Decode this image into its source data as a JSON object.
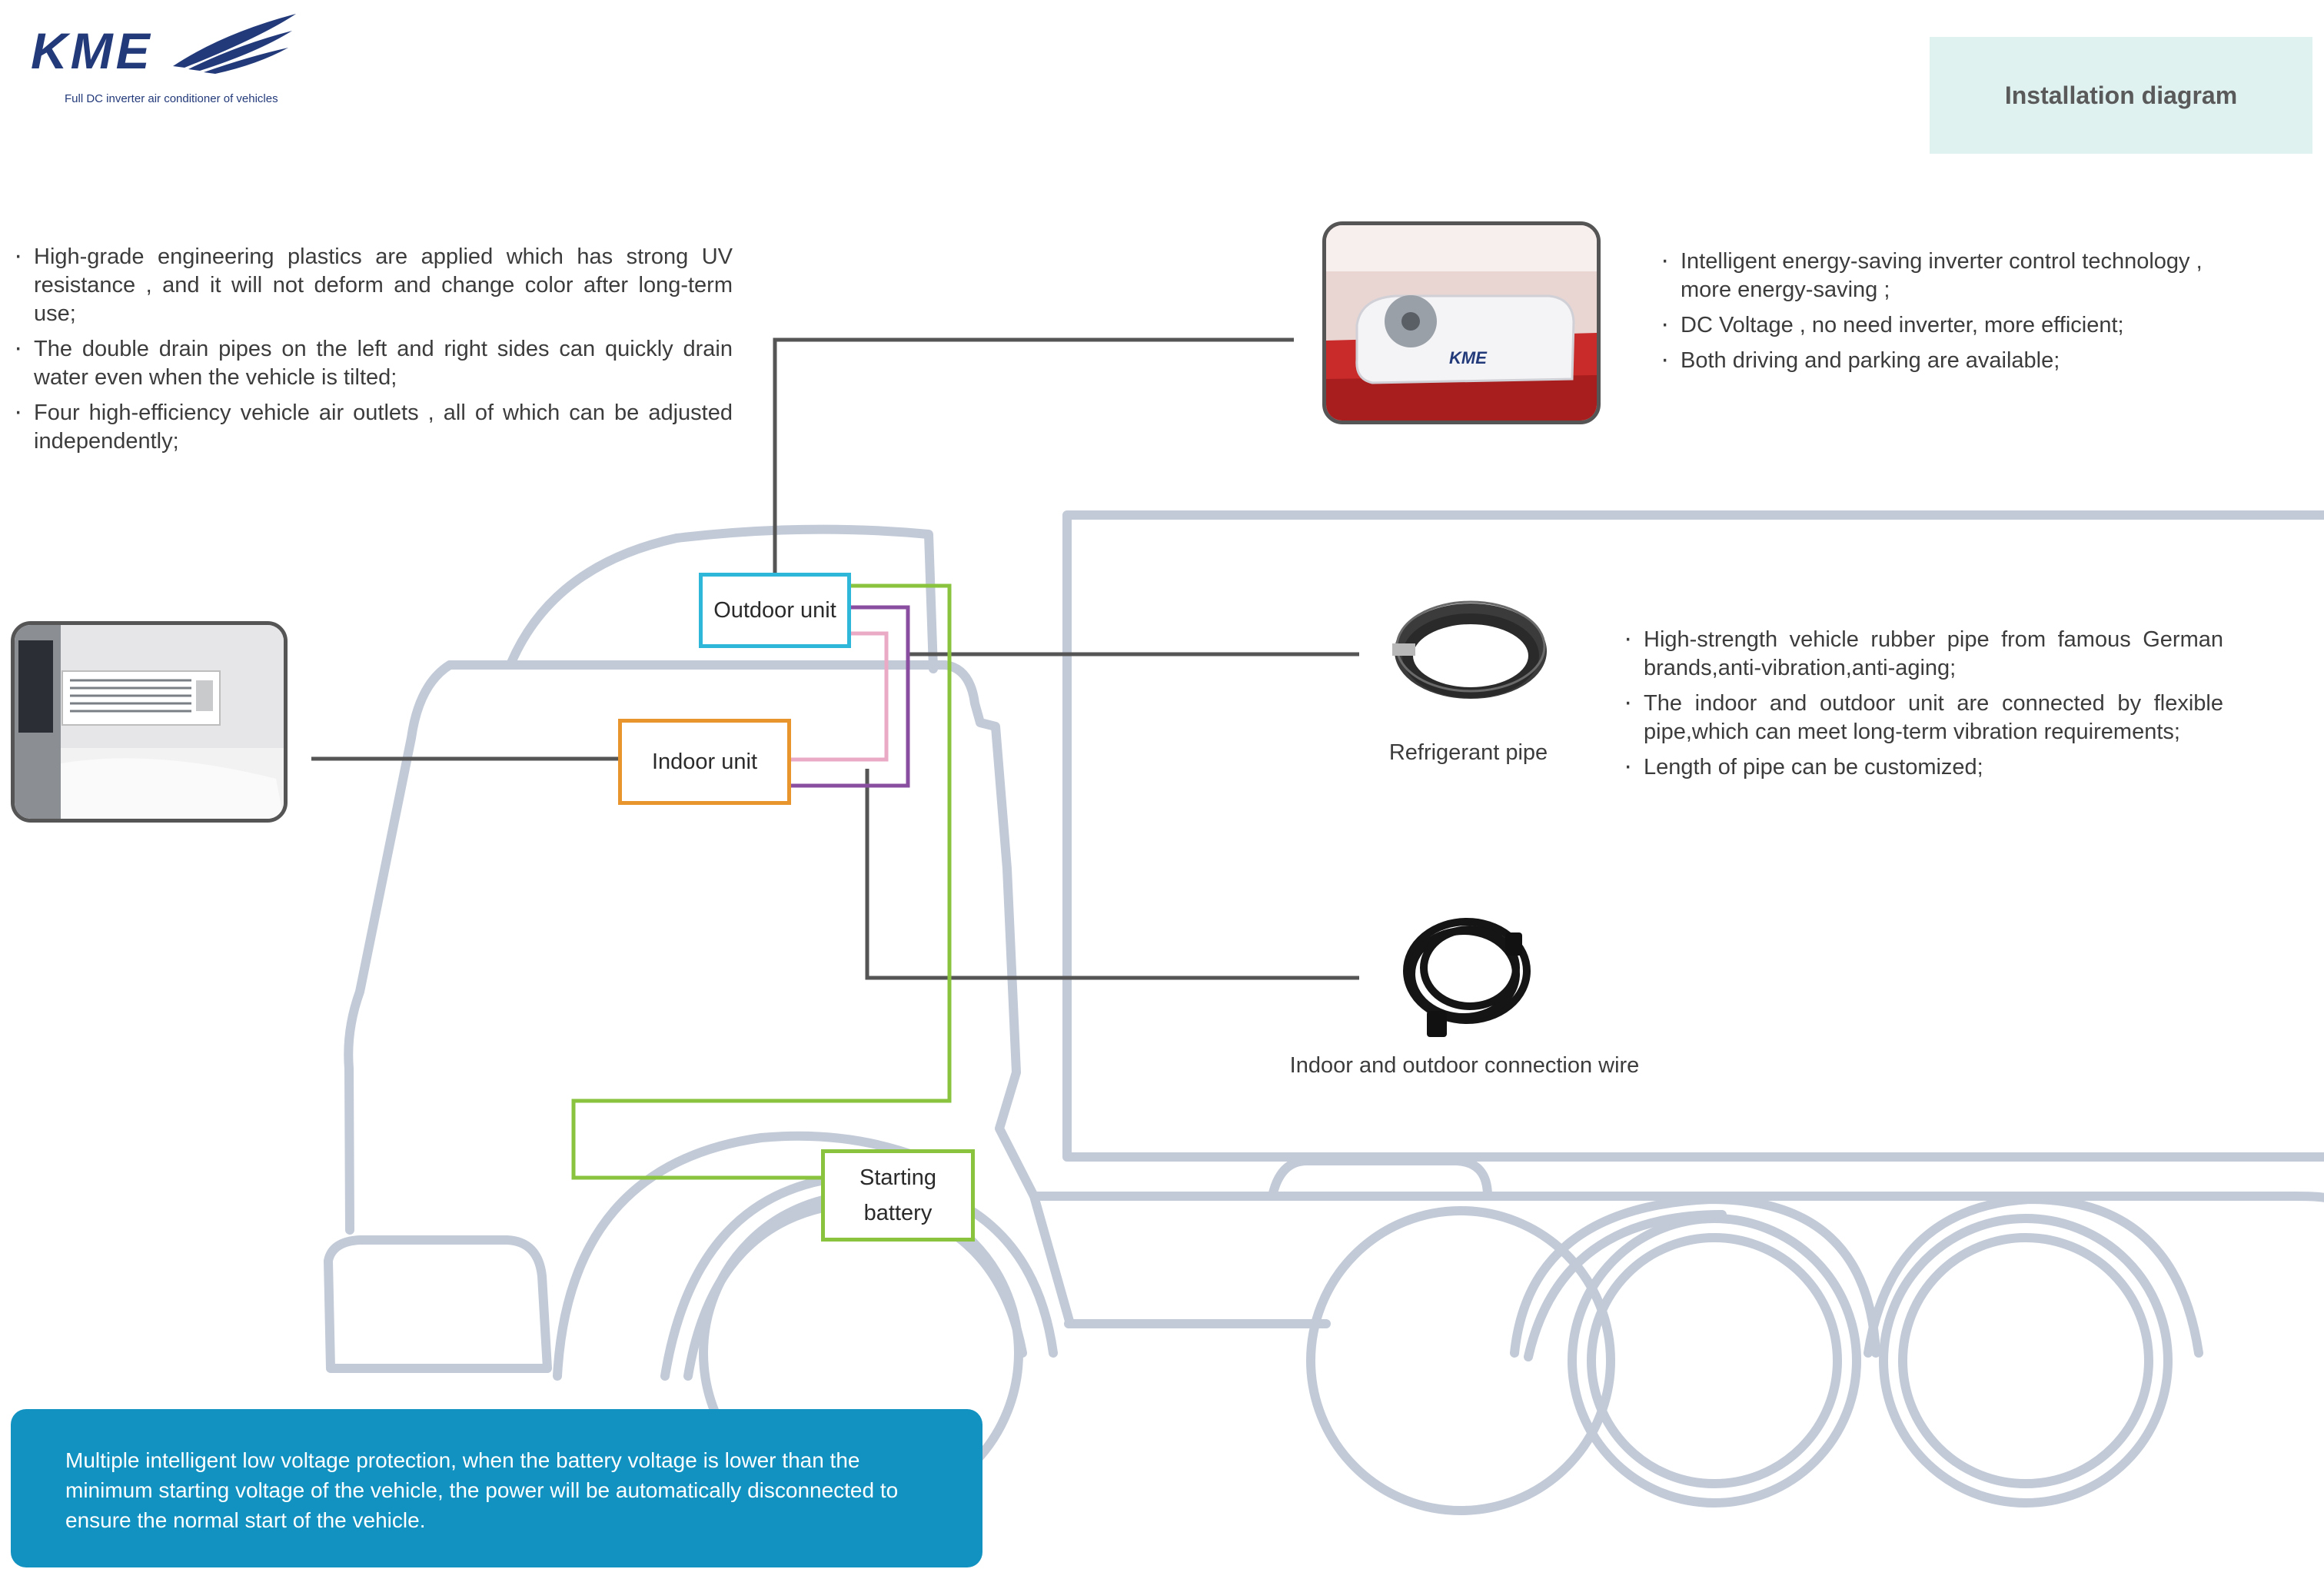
{
  "header": {
    "logo_text": "KME",
    "tagline": "Full DC inverter air conditioner of vehicles",
    "page_tag": "Installation diagram"
  },
  "top_left": {
    "bullets": [
      "High-grade engineering plastics are applied which has strong UV resistance , and it will not deform and change color after long-term use;",
      "The double drain pipes on the left and right sides can quickly drain water even when the vehicle is tilted;",
      "Four high-efficiency vehicle air outlets , all of which can be adjusted independently;"
    ]
  },
  "top_right": {
    "bullets": [
      "Intelligent energy-saving inverter control technology , more energy-saving ;",
      "DC Voltage , no need inverter, more efficient;",
      "Both driving and parking are available;"
    ]
  },
  "pipe": {
    "caption": "Refrigerant pipe",
    "bullets": [
      "High-strength vehicle rubber pipe from famous German brands,anti-vibration,anti-aging;",
      "The indoor and outdoor unit are connected by flexible pipe,which can meet long-term vibration requirements;",
      "Length of pipe can be customized;"
    ]
  },
  "wire": {
    "caption": "Indoor and outdoor connection wire"
  },
  "units": {
    "outdoor": "Outdoor unit",
    "indoor": "Indoor unit",
    "battery_line1": "Starting",
    "battery_line2": "battery"
  },
  "note": {
    "text": "Multiple intelligent low voltage protection, when the battery voltage is lower than the minimum starting voltage of the vehicle, the power will be automatically disconnected to ensure the normal start of the vehicle."
  },
  "colors": {
    "brand": "#233a7a",
    "truck_outline": "#c2cad7",
    "outdoor_box": "#2eb7d9",
    "indoor_box": "#e8952e",
    "battery_box": "#8ac43f",
    "pink_line": "#eaa9c4",
    "purple_line": "#8a4ea0",
    "leader_line": "#555555",
    "note_bg": "#1192c1",
    "tag_bg": "#dff2f0"
  },
  "icons": {
    "logo": "kme-wing-logo",
    "outdoor_photo": "roof-air-conditioner-photo",
    "indoor_photo": "indoor-evaporator-photo",
    "pipe": "coiled-rubber-pipe",
    "wire": "coiled-black-wire"
  }
}
